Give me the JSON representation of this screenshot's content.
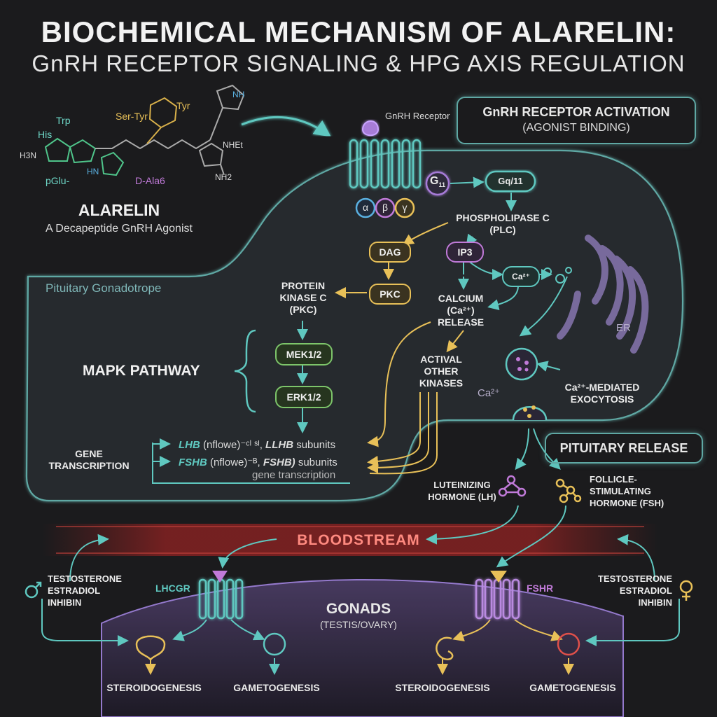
{
  "title": {
    "line1": "BIOCHEMICAL MECHANISM OF ALARELIN:",
    "line2": "GnRH RECEPTOR SIGNALING & HPG AXIS REGULATION"
  },
  "molecule": {
    "name": "ALARELIN",
    "subtitle": "A Decapeptide GnRH Agonist",
    "residues": [
      "Trp",
      "His",
      "Ser-Tyr",
      "Tyr",
      "pGlu-",
      "D-Ala6",
      "NH",
      "NHEt",
      "NH2",
      "H3N",
      "HN"
    ]
  },
  "cell": {
    "region_label": "Pituitary Gonadotrope",
    "receptor_label": "GnRH Receptor",
    "activation_box": {
      "line1": "GnRH RECEPTOR ACTIVATION",
      "line2": "(AGONIST BINDING)"
    },
    "g_protein": "G",
    "g_protein_sub": "11",
    "gq": "Gq/11",
    "subunits": [
      "α",
      "β",
      "γ"
    ],
    "plc": {
      "line1": "PHOSPHOLIPASE C",
      "line2": "(PLC)"
    },
    "dag": "DAG",
    "ip3": "IP3",
    "ca_node": "Ca²⁺",
    "pkc_pill": "PKC",
    "pkc_label": {
      "line1": "PROTEIN",
      "line2": "KINASE C",
      "line3": "(PKC)"
    },
    "calcium_release": {
      "line1": "CALCIUM",
      "line2": "(Ca²⁺)",
      "line3": "RELEASE"
    },
    "other_kinases": {
      "line1": "ACTIVAL",
      "line2": "OTHER",
      "line3": "KINASES"
    },
    "er_label": "ER",
    "ca_cytosol": "Ca²⁺",
    "exocytosis": {
      "line1": "Ca²⁺-MEDIATED",
      "line2": "EXOCYTOSIS"
    },
    "mapk_label": "MAPK PATHWAY",
    "mek": "MEK1/2",
    "erk": "ERK1/2",
    "gene_label": {
      "line1": "GENE",
      "line2": "TRANSCRIPTION"
    },
    "gene_line1": {
      "gene": "LHB",
      "rest": "(nflowe)⁻ᶜˡ ˢᴵ, ",
      "gene2": "LLHB",
      "end": "subunits"
    },
    "gene_line2": {
      "gene": "FSHB",
      "rest": "(nflowe)⁻ᴮ, ",
      "gene2": "FSHB)",
      "end": "subunits"
    },
    "gene_line3": "gene transcription"
  },
  "release": {
    "box": "PITUITARY RELEASE",
    "lh": {
      "line1": "LUTEINIZING",
      "line2": "HORMONE (LH)"
    },
    "fsh": {
      "line1": "FOLLICLE-",
      "line2": "STIMULATING",
      "line3": "HORMONE (FSH)"
    }
  },
  "blood": "BLOODSTREAM",
  "gonads": {
    "title": "GONADS",
    "subtitle": "(TESTIS/OVARY)",
    "lhcgr": "LHCGR",
    "fshr": "FSHR",
    "left_feedback": {
      "line1": "TESTOSTERONE",
      "line2": "ESTRADIOL",
      "line3": "INHIBIN"
    },
    "right_feedback": {
      "line1": "TESTOSTERONE",
      "line2": "ESTRADIOL",
      "line3": "INHIBIN"
    },
    "outputs": [
      "STEROIDOGENESIS",
      "GAMETOGENESIS",
      "STEROIDOGENESIS",
      "GAMETOGENESIS"
    ]
  },
  "colors": {
    "teal": "#5fc8c0",
    "yellow": "#e8c058",
    "green": "#7dc56a",
    "purple": "#a77bd8",
    "red": "#e0504a",
    "blood": "#ff8a80"
  }
}
